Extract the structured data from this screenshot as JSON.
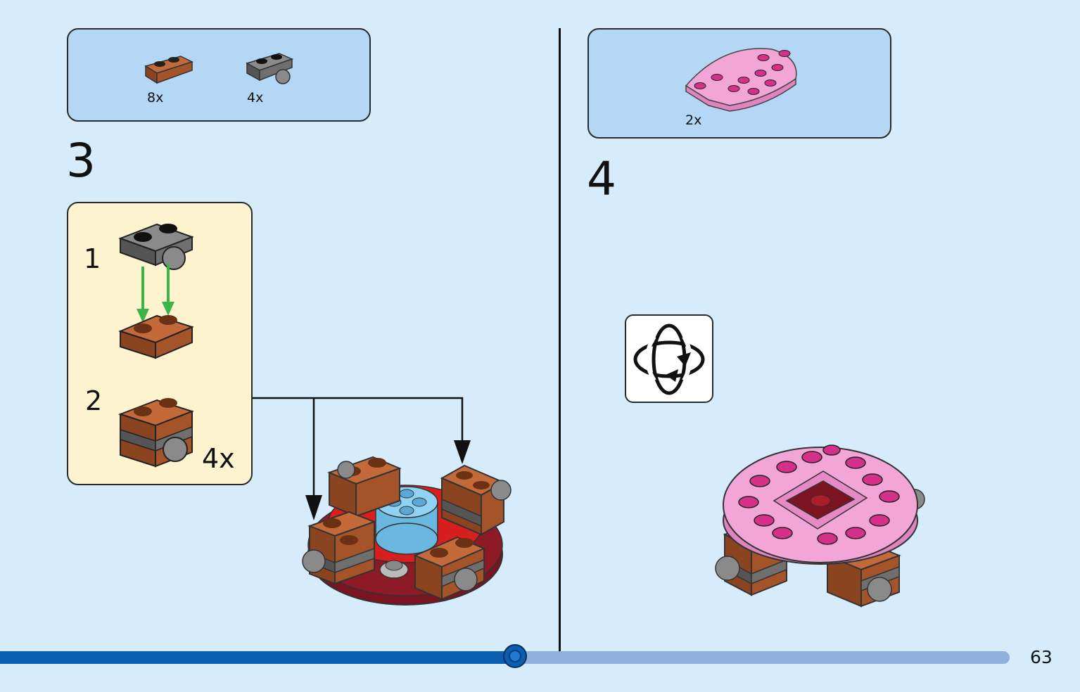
{
  "page": {
    "number": "63",
    "progress_fraction": 0.51
  },
  "step3": {
    "number": "3",
    "parts": [
      {
        "icon": "brown-plate-1x2-icon",
        "count": "8x"
      },
      {
        "icon": "grey-plate-with-ball-icon",
        "count": "4x"
      }
    ],
    "sub_steps": [
      {
        "number": "1"
      },
      {
        "number": "2"
      }
    ],
    "sub_count": "4x"
  },
  "step4": {
    "number": "4",
    "parts": [
      {
        "icon": "pink-half-circle-plate-icon",
        "count": "2x"
      }
    ],
    "rotate_icon": "rotate-model-icon"
  },
  "colors": {
    "background": "#d6ecfb",
    "parts_box": "#b3d7f4",
    "sub_box": "#fdf4cf",
    "progress_done": "#0a5eb0",
    "progress_remaining": "#8fb0dd",
    "brown_brick": "#a5542a",
    "grey_brick": "#6f6f6f",
    "pink_plate": "#f2a6d8",
    "red_plate": "#d91e1e",
    "azure_tile": "#7cc6ea",
    "arrow_green": "#3bb54a"
  }
}
